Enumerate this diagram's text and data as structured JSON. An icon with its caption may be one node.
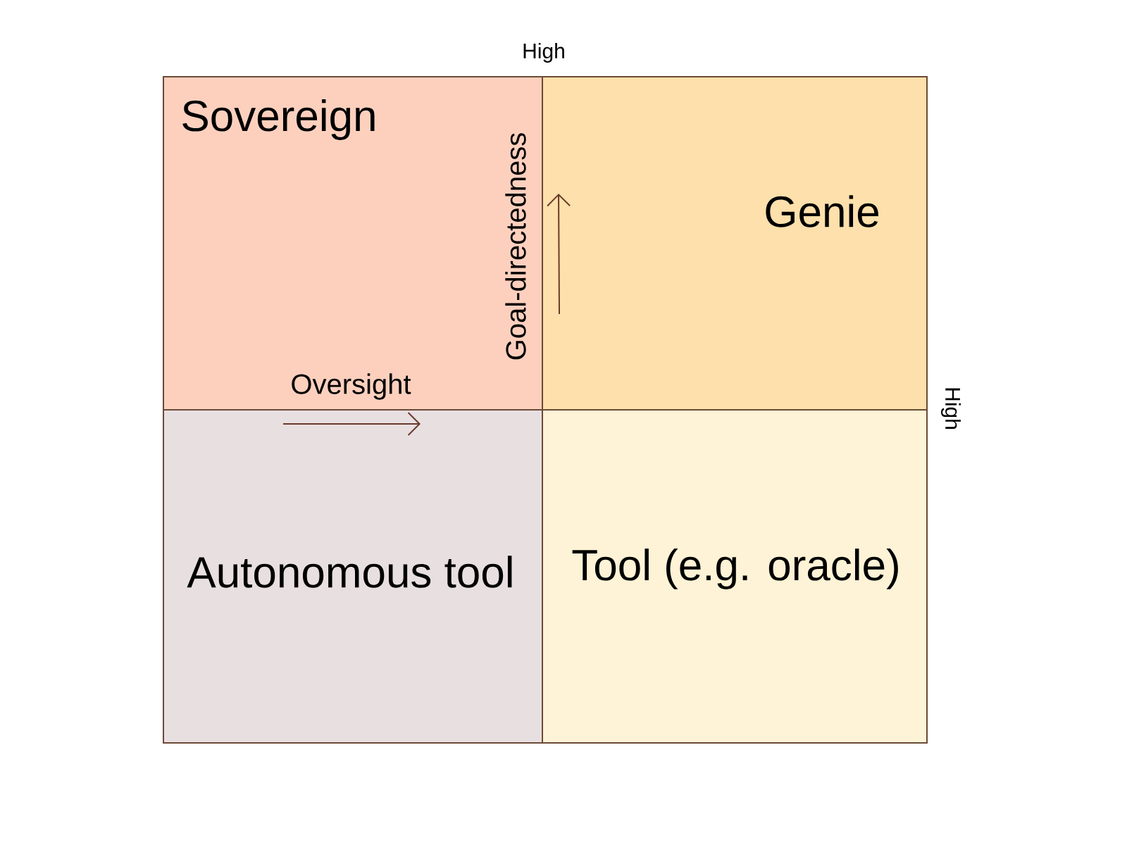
{
  "diagram": {
    "nodes": [
      {
        "text": [
          "Sovereign"
        ]
      },
      {
        "text": [
          "Genie"
        ]
      },
      {
        "text": [
          "Autonomous tool"
        ]
      },
      {
        "text": [
          "Tool (e.g. oracle)"
        ]
      }
    ],
    "labels": [
      "High",
      "Goal-directedness",
      "Oversight",
      "High"
    ]
  }
}
